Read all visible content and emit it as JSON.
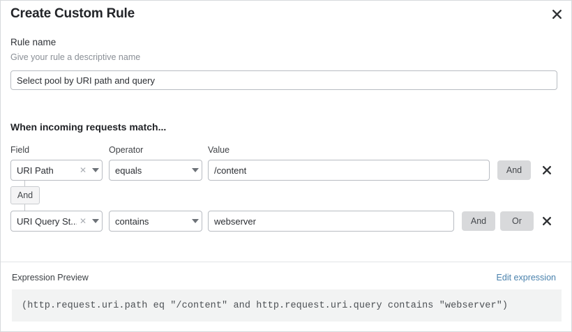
{
  "dialog": {
    "title": "Create Custom Rule",
    "close_icon": "close-icon"
  },
  "rule_name": {
    "label": "Rule name",
    "help": "Give your rule a descriptive name",
    "value": "Select pool by URI path and query",
    "placeholder": "Select pool by URI path and query"
  },
  "conditions_section": {
    "heading": "When incoming requests match...",
    "columns": {
      "field": "Field",
      "operator": "Operator",
      "value": "Value"
    },
    "rows": [
      {
        "field": "URI Path",
        "operator": "equals",
        "value": "/content",
        "clear_icon": "clear-icon",
        "caret_icon": "chevron-down-icon",
        "buttons": [
          "And"
        ],
        "delete_icon": "close-icon"
      },
      {
        "field": "URI Query St...",
        "operator": "contains",
        "value": "webserver",
        "clear_icon": "clear-icon",
        "caret_icon": "chevron-down-icon",
        "buttons": [
          "And",
          "Or"
        ],
        "delete_icon": "close-icon"
      }
    ],
    "connector": "And"
  },
  "expression_preview": {
    "label": "Expression Preview",
    "edit_link": "Edit expression",
    "expression": "(http.request.uri.path eq \"/content\" and http.request.uri.query contains \"webserver\")"
  },
  "colors": {
    "link": "#4a82ad",
    "pill_bg": "#d8d9db",
    "expr_bg": "#f2f3f3",
    "border": "#b8bcc2"
  }
}
